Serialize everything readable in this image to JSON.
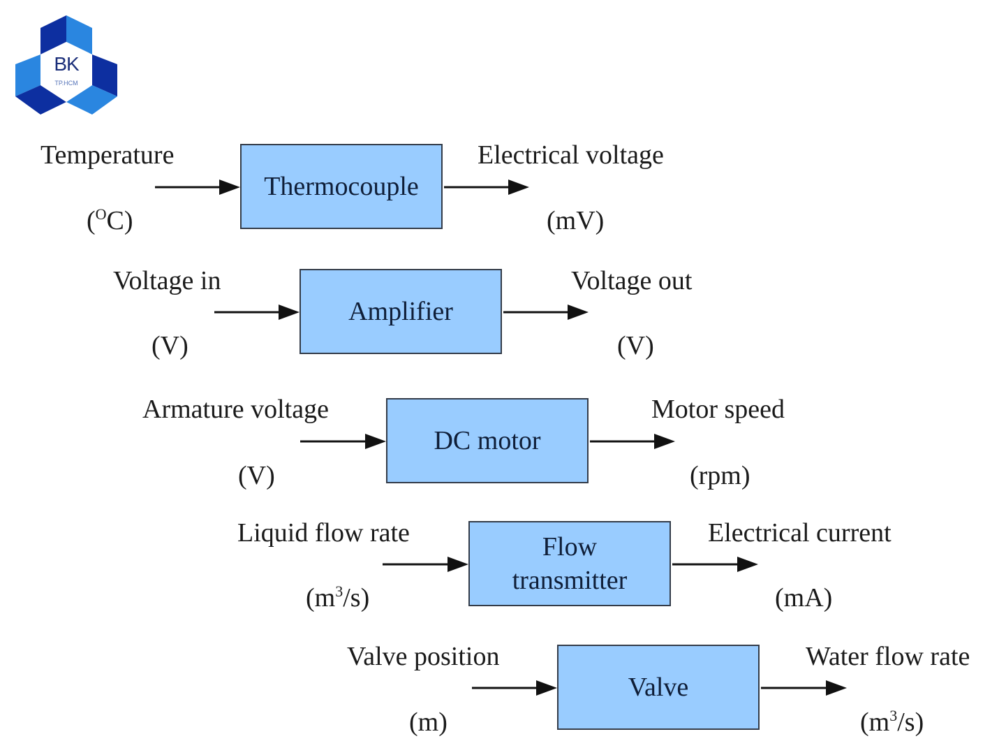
{
  "logo": {
    "name": "BK",
    "subtitle": "TP.HCM",
    "colors": {
      "dark": "#0d2fa0",
      "light": "#2a86e0"
    }
  },
  "colors": {
    "block_fill": "#99ccff",
    "block_border": "#333b48",
    "arrow": "#111111"
  },
  "rows": [
    {
      "block": "Thermocouple",
      "input": {
        "label": "Temperature",
        "unit_pre": "(",
        "unit_sup": "O",
        "unit_post": "C)"
      },
      "output": {
        "label": "Electrical voltage",
        "unit_pre": "(mV)",
        "unit_sup": "",
        "unit_post": ""
      }
    },
    {
      "block": "Amplifier",
      "input": {
        "label": "Voltage in",
        "unit_pre": "(V)",
        "unit_sup": "",
        "unit_post": ""
      },
      "output": {
        "label": "Voltage out",
        "unit_pre": "(V)",
        "unit_sup": "",
        "unit_post": ""
      }
    },
    {
      "block": "DC motor",
      "input": {
        "label": "Armature voltage",
        "unit_pre": "(V)",
        "unit_sup": "",
        "unit_post": ""
      },
      "output": {
        "label": "Motor speed",
        "unit_pre": "(rpm)",
        "unit_sup": "",
        "unit_post": ""
      }
    },
    {
      "block_line1": "Flow",
      "block_line2": "transmitter",
      "input": {
        "label": "Liquid flow rate",
        "unit_pre": "(m",
        "unit_sup": "3",
        "unit_post": "/s)"
      },
      "output": {
        "label": "Electrical current",
        "unit_pre": "(mA)",
        "unit_sup": "",
        "unit_post": ""
      }
    },
    {
      "block": "Valve",
      "input": {
        "label": "Valve position",
        "unit_pre": "(m)",
        "unit_sup": "",
        "unit_post": ""
      },
      "output": {
        "label": "Water flow rate",
        "unit_pre": "(m",
        "unit_sup": "3",
        "unit_post": "/s)"
      }
    }
  ]
}
